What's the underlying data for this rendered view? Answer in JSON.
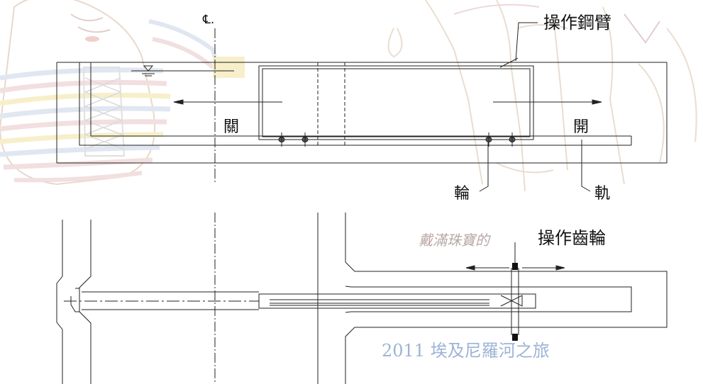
{
  "labels": {
    "centerline": "℄.",
    "operating_arm": "操作鋼臂",
    "close": "關",
    "open": "開",
    "wheel": "輪",
    "rail": "軌",
    "operating_gear": "操作齒輪"
  },
  "watermark": {
    "handwritten": "戴滿珠寶的",
    "caption": "2011 埃及尼羅河之旅"
  },
  "colors": {
    "line": "#222222",
    "wheel": "#333333",
    "background_art": "#d9c3a8",
    "stripes_pink": "#e9c6c8",
    "stripes_yellow": "#f2e3a0",
    "stripes_blue": "#c9d4e6",
    "caption": "#9db3d6"
  }
}
